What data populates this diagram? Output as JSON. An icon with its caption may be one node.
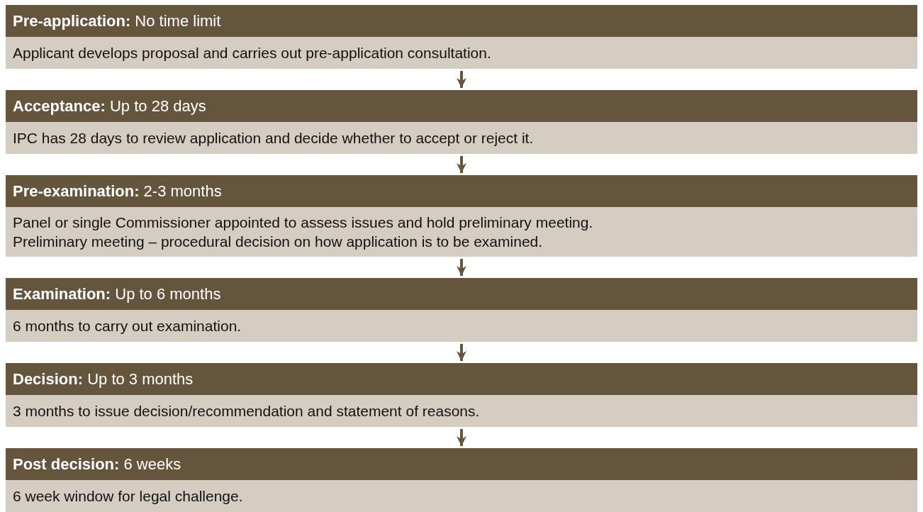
{
  "diagram": {
    "nodes": [
      {
        "text": [
          "**Pre-application:** No time limit"
        ]
      },
      {
        "text": [
          "Applicant develops proposal and carries out pre-application consultation."
        ]
      },
      {
        "text": [
          "**Acceptance:** Up to 28 days"
        ]
      },
      {
        "text": [
          "IPC has 28 days to review application and decide whether to accept or reject it."
        ]
      },
      {
        "text": [
          "**Pre-examination:** 2-3 months"
        ]
      },
      {
        "text": [
          "Panel or single Commissioner appointed to assess issues and hold preliminary meeting.",
          "Preliminary meeting – procedural decision on how application is to be examined."
        ]
      },
      {
        "text": [
          "**Examination:** Up to 6 months"
        ]
      },
      {
        "text": [
          "6 months to carry out examination."
        ]
      },
      {
        "text": [
          "**Decision:** Up to 3 months"
        ]
      },
      {
        "text": [
          "3 months to issue decision/recommendation and statement of reasons."
        ]
      },
      {
        "text": [
          "**Post decision:** 6 weeks"
        ]
      },
      {
        "text": [
          "6 week window for legal challenge."
        ]
      }
    ],
    "edges": [
      {
        "from": 1,
        "to": 2,
        "arrow": "to"
      },
      {
        "from": 3,
        "to": 4,
        "arrow": "to"
      },
      {
        "from": 5,
        "to": 6,
        "arrow": "to"
      },
      {
        "from": 7,
        "to": 8,
        "arrow": "to"
      },
      {
        "from": 9,
        "to": 10,
        "arrow": "to"
      }
    ]
  }
}
